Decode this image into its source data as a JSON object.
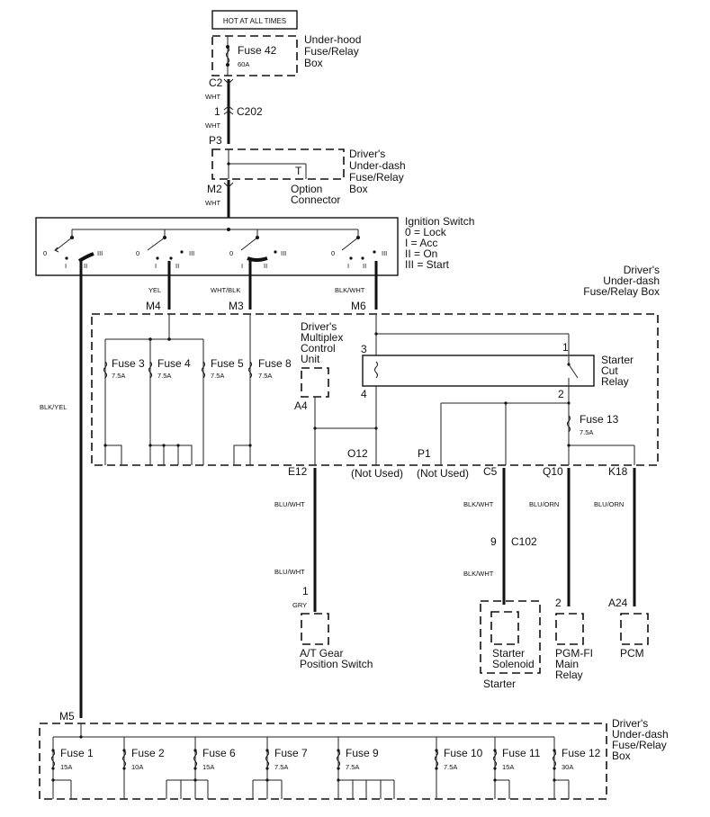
{
  "title_box": "HOT AT ALL TIMES",
  "underhood_box": {
    "label": [
      "Under-hood",
      "Fuse/Relay",
      "Box"
    ],
    "fuse_name": "Fuse 42",
    "fuse_rating": "60A"
  },
  "upper_wire": {
    "c2": "C2",
    "wht1": "WHT",
    "pin1": "1",
    "c202": "C202",
    "wht2": "WHT",
    "p3": "P3",
    "m2": "M2",
    "wht3": "WHT"
  },
  "dash_box_top": {
    "label": [
      "Driver's",
      "Under-dash",
      "Fuse/Relay",
      "Box"
    ],
    "t_label": "T",
    "option_connector": [
      "Option",
      "Connector"
    ]
  },
  "ignition_switch": {
    "title": "Ignition Switch",
    "legend": [
      "0  = Lock",
      "I   = Acc",
      "II  = On",
      "III = Start"
    ],
    "positions": [
      "0",
      "I",
      "II",
      "III"
    ]
  },
  "dash_box_main": {
    "label": [
      "Driver's",
      "Under-dash",
      "Fuse/Relay Box"
    ]
  },
  "ign_outputs": [
    {
      "wire": "YEL",
      "conn": "M4"
    },
    {
      "wire": "WHT/BLK",
      "conn": "M3"
    },
    {
      "wire": "BLK/WHT",
      "conn": "M6"
    }
  ],
  "left_wire": {
    "color": "BLK/YEL",
    "conn": "M5"
  },
  "mid_fuses": [
    {
      "name": "Fuse 3",
      "rating": "7.5A"
    },
    {
      "name": "Fuse 4",
      "rating": "7.5A"
    },
    {
      "name": "Fuse 5",
      "rating": "7.5A"
    },
    {
      "name": "Fuse 8",
      "rating": "7.5A"
    }
  ],
  "multiplex": {
    "label": [
      "Driver's",
      "Multiplex",
      "Control",
      "Unit"
    ],
    "pin": "A4"
  },
  "relay": {
    "label": [
      "Starter",
      "Cut",
      "Relay"
    ],
    "pins": [
      "3",
      "4",
      "1",
      "2"
    ]
  },
  "fuse13": {
    "name": "Fuse 13",
    "rating": "7.5A"
  },
  "box_outputs": [
    {
      "conn": "E12",
      "note": ""
    },
    {
      "conn": "O12",
      "note": "(Not Used)"
    },
    {
      "conn": "P1",
      "note": "(Not Used)"
    },
    {
      "conn": "C5",
      "note": ""
    },
    {
      "conn": "Q10",
      "note": ""
    },
    {
      "conn": "K18",
      "note": ""
    }
  ],
  "at_gear": {
    "wire1": "BLU/WHT",
    "wire2": "BLU/WHT",
    "pin": "1",
    "wire3": "GRY",
    "label": [
      "A/T Gear",
      "Position Switch"
    ]
  },
  "starter": {
    "wire1": "BLK/WHT",
    "pin": "9",
    "conn": "C102",
    "wire2": "BLK/WHT",
    "solenoid": [
      "Starter",
      "Solenoid"
    ],
    "label": "Starter"
  },
  "pgmfi": {
    "wire": "BLU/ORN",
    "pin": "2",
    "label": [
      "PGM-FI",
      "Main",
      "Relay"
    ]
  },
  "pcm": {
    "wire": "BLU/ORN",
    "pin": "A24",
    "label": "PCM"
  },
  "dash_box_bottom": {
    "label": [
      "Driver's",
      "Under-dash",
      "Fuse/Relay",
      "Box"
    ]
  },
  "bottom_fuses": [
    {
      "name": "Fuse 1",
      "rating": "15A"
    },
    {
      "name": "Fuse 2",
      "rating": "10A"
    },
    {
      "name": "Fuse 6",
      "rating": "15A"
    },
    {
      "name": "Fuse 7",
      "rating": "7.5A"
    },
    {
      "name": "Fuse 9",
      "rating": "7.5A"
    },
    {
      "name": "Fuse 10",
      "rating": "7.5A"
    },
    {
      "name": "Fuse 11",
      "rating": "15A"
    },
    {
      "name": "Fuse 12",
      "rating": "30A"
    }
  ]
}
